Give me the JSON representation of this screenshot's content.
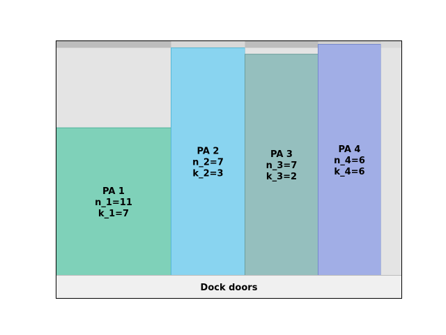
{
  "zones": [
    {
      "id": "pa-1",
      "lines": [
        "PA 1",
        "n_1=11",
        "k_1=7"
      ],
      "fill": "#7fd1b9",
      "stroke": "#4fb39c",
      "height_fraction": 0.629,
      "top_band_color": "#bdbdbd"
    },
    {
      "id": "pa-2",
      "lines": [
        "PA 2",
        "n_2=7",
        "k_2=3"
      ],
      "fill": "#89d4f0",
      "stroke": "#55b8d6",
      "height_fraction": 0.97,
      "top_band_color": "#d8d8d8"
    },
    {
      "id": "pa-3",
      "lines": [
        "PA 3",
        "n_3=7",
        "k_3=2"
      ],
      "fill": "#95bfbe",
      "stroke": "#6c9e9d",
      "height_fraction": 0.943,
      "top_band_color": "#bdbdbd"
    },
    {
      "id": "pa-4",
      "lines": [
        "PA 4",
        "n_4=6",
        "k_4=6"
      ],
      "fill": "#a1aee6",
      "stroke": "#7488cc",
      "height_fraction": 0.985,
      "top_band_color": "#d0d0d0"
    },
    {
      "id": "pa-empty",
      "lines": [],
      "fill": "#e4e4e4",
      "stroke": "#cccccc",
      "height_fraction": 0.0,
      "top_band_color": "#d8d8d8"
    }
  ],
  "dock": {
    "label": "Dock doors",
    "fill": "#f0f0f0"
  },
  "colors": {
    "background_zone": "#e4e4e4",
    "frame": "#000000"
  }
}
